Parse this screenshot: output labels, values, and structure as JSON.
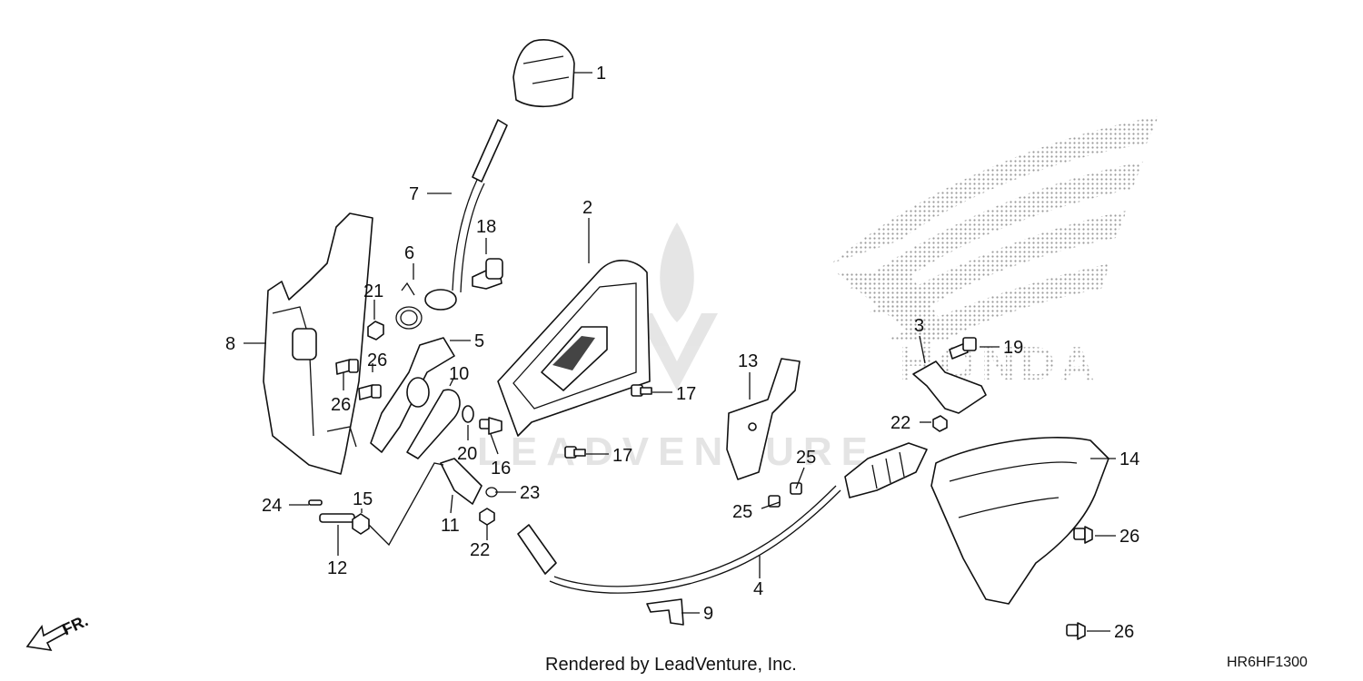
{
  "footer": {
    "credit": "Rendered by LeadVenture, Inc.",
    "diagram_code": "HR6HF1300"
  },
  "direction_label": "FR.",
  "watermark": {
    "brand": "HONDA",
    "dealer": "LEADVENTURE"
  },
  "callouts": {
    "c1": "1",
    "c2": "2",
    "c3": "3",
    "c4": "4",
    "c5": "5",
    "c6": "6",
    "c7": "7",
    "c8": "8",
    "c9": "9",
    "c10": "10",
    "c11": "11",
    "c12": "12",
    "c13": "13",
    "c14": "14",
    "c15": "15",
    "c16": "16",
    "c17a": "17",
    "c17b": "17",
    "c18": "18",
    "c19": "19",
    "c20": "20",
    "c21": "21",
    "c22a": "22",
    "c22b": "22",
    "c23": "23",
    "c24": "24",
    "c25a": "25",
    "c25b": "25",
    "c26a": "26",
    "c26b": "26",
    "c26c": "26",
    "c26d": "26"
  }
}
